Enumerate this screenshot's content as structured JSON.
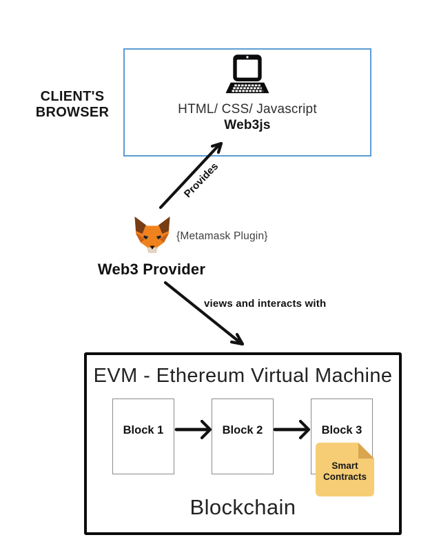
{
  "diagram": {
    "client_browser": {
      "side_label": "CLIENT'S BROWSER",
      "tech_stack": "HTML/ CSS/ Javascript",
      "library": "Web3js"
    },
    "metamask": {
      "plugin_label": "{Metamask Plugin}",
      "provider_label": "Web3 Provider"
    },
    "connections": {
      "provides_label": "Provides",
      "views_label": "views and interacts with"
    },
    "evm": {
      "title": "EVM - Ethereum Virtual Machine",
      "blocks": [
        {
          "label": "Block 1"
        },
        {
          "label": "Block 2"
        },
        {
          "label": "Block 3"
        }
      ],
      "smart_contracts_label": "Smart Contracts",
      "caption": "Blockchain"
    },
    "colors": {
      "browser_border": "#5b9bd5",
      "arrow": "#121212",
      "note_bg": "#f6cd75",
      "note_fold": "#d9a54f",
      "fox_orange": "#f0821e",
      "fox_brown": "#763d16",
      "fox_muzzle": "#e3d4c2"
    }
  }
}
